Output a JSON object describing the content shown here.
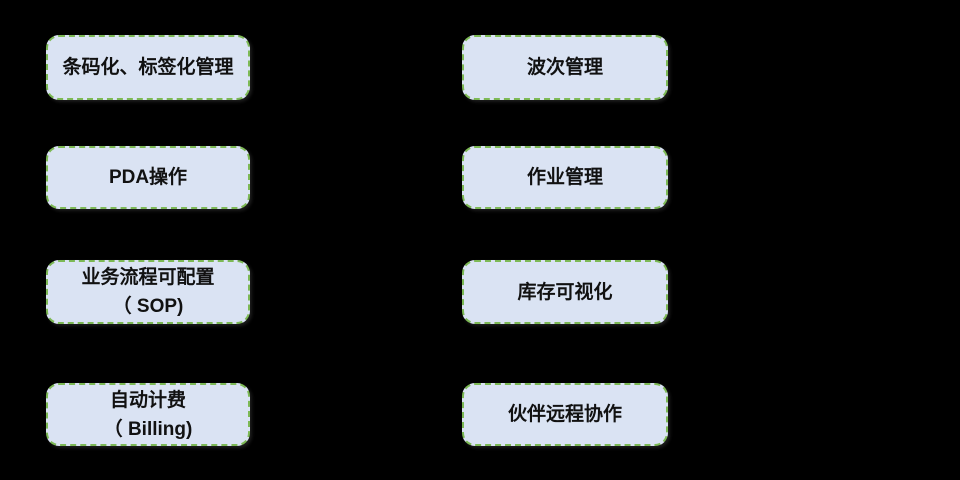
{
  "canvas": {
    "background": "#000000"
  },
  "style": {
    "box_fill": "#dae3f3",
    "box_border": "#7db955",
    "text_color": "#111111"
  },
  "features": {
    "left": [
      {
        "label": "条码化、标签化管理"
      },
      {
        "label": "PDA操作"
      },
      {
        "label": "业务流程可配置",
        "sublabel": "（ SOP)"
      },
      {
        "label": "自动计费",
        "sublabel": "（ Billing)"
      }
    ],
    "right": [
      {
        "label": "波次管理"
      },
      {
        "label": "作业管理"
      },
      {
        "label": "库存可视化"
      },
      {
        "label": "伙伴远程协作"
      }
    ]
  }
}
